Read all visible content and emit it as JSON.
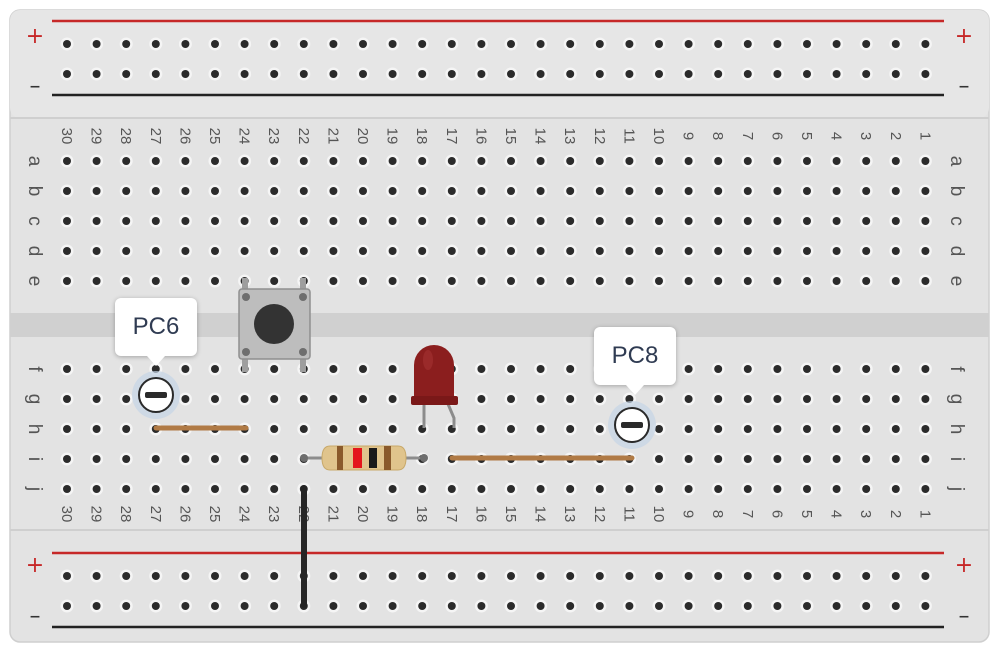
{
  "breadboard": {
    "columns_top": [
      "30",
      "29",
      "28",
      "27",
      "26",
      "25",
      "24",
      "23",
      "22",
      "21",
      "20",
      "19",
      "18",
      "17",
      "16",
      "15",
      "14",
      "13",
      "12",
      "11",
      "10",
      "9",
      "8",
      "7",
      "6",
      "5",
      "4",
      "3",
      "2",
      "1"
    ],
    "columns_bottom": [
      "30",
      "29",
      "28",
      "27",
      "26",
      "25",
      "24",
      "23",
      "22",
      "21",
      "20",
      "19",
      "18",
      "17",
      "16",
      "15",
      "14",
      "13",
      "12",
      "11",
      "10",
      "9",
      "8",
      "7",
      "6",
      "5",
      "4",
      "3",
      "2",
      "1"
    ],
    "rows_top": [
      "a",
      "b",
      "c",
      "d",
      "e"
    ],
    "rows_bottom": [
      "f",
      "g",
      "h",
      "i",
      "j"
    ],
    "rail_plus": "+",
    "rail_minus": "–"
  },
  "probes": {
    "left": {
      "label": "PC6"
    },
    "right": {
      "label": "PC8"
    }
  },
  "colors": {
    "board": "#e2e2e2",
    "rail_red": "#c62828",
    "rail_black": "#222222",
    "hole": "#2b2b2b",
    "wire_brown": "#b07a45",
    "led_red": "#8b1e1e",
    "jumper_black": "#262626"
  },
  "components": {
    "resistor_bands": [
      "#8a5a2b",
      "#e4161c",
      "#1a1a1a",
      "#8a5a2b"
    ],
    "button_icon": "push-button",
    "led_icon": "led"
  }
}
